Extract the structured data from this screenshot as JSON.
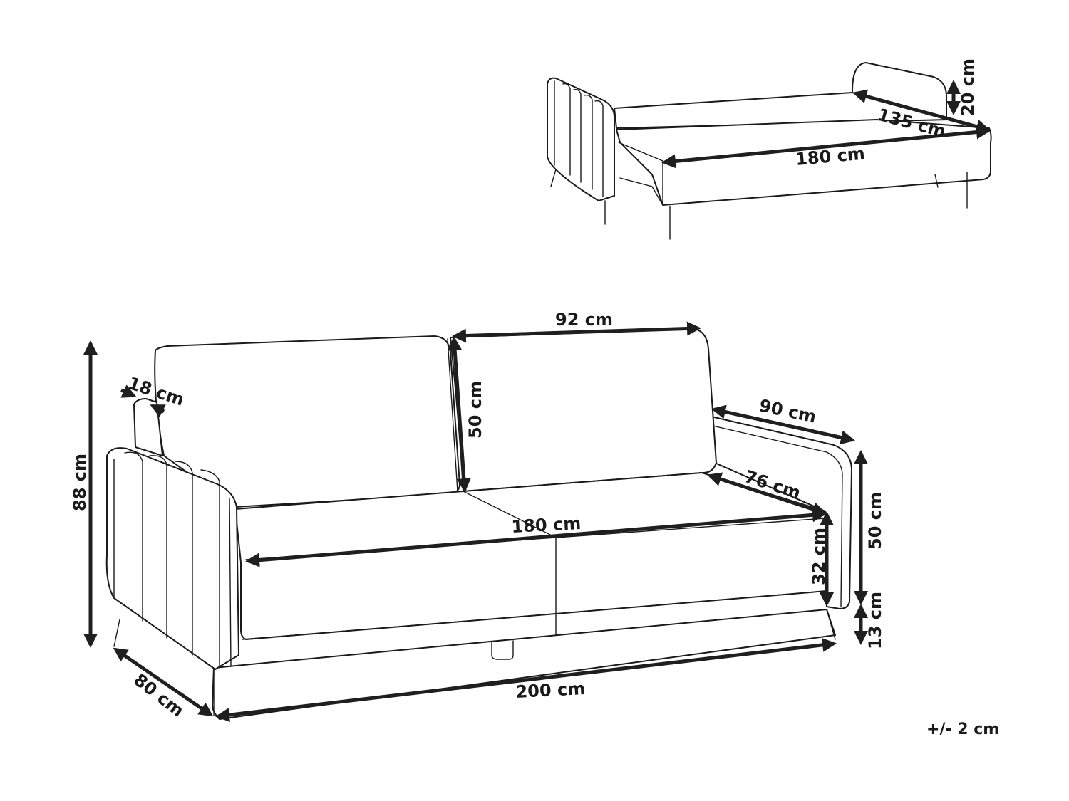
{
  "diagram": {
    "subject": "Sofa bed dimension drawing",
    "accent_color": "#1f1f1f",
    "tolerance_note": "+/- 2 cm",
    "bed_view": {
      "labels": {
        "headrest_height": "20 cm",
        "bed_width": "135 cm",
        "bed_length": "180 cm"
      }
    },
    "sofa_view": {
      "labels": {
        "total_height": "88 cm",
        "armrest_width": "18 cm",
        "backrest_width": "92 cm",
        "backrest_height": "50 cm",
        "side_depth_top": "90 cm",
        "seat_depth": "76 cm",
        "seat_width": "180 cm",
        "seat_height": "32 cm",
        "seat_to_floor_total": "50 cm",
        "leg_height": "13 cm",
        "total_depth": "80 cm",
        "total_width": "200 cm"
      }
    }
  }
}
